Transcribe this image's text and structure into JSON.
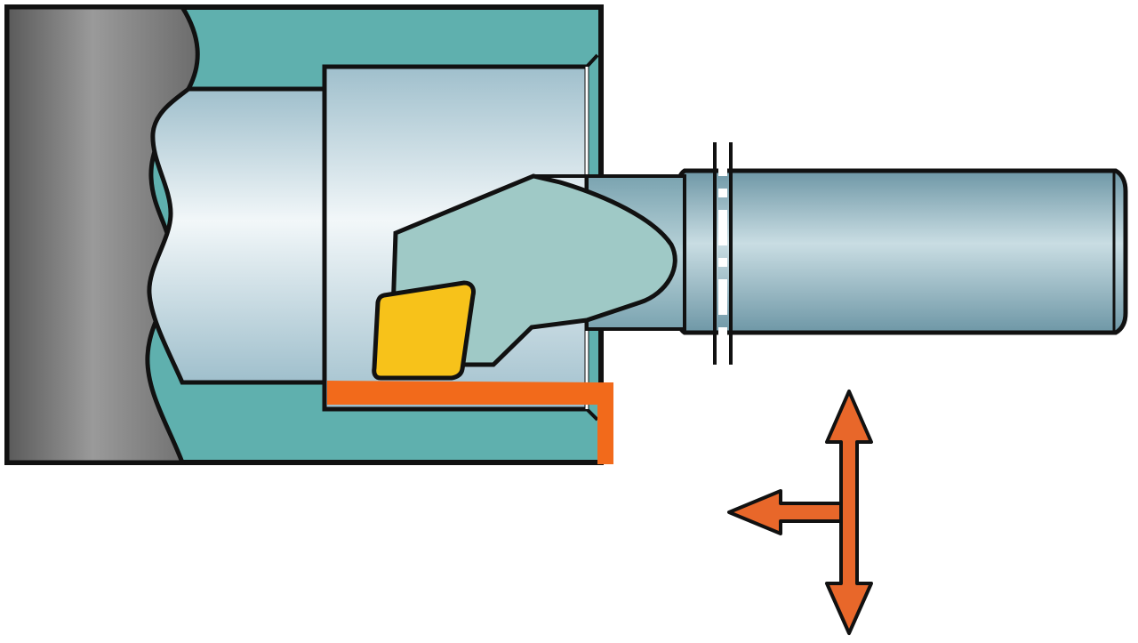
{
  "diagram": {
    "subject": "boring-bar-internal-turning",
    "colors": {
      "workpiece_teal": "#5fb0ae",
      "chuck_gray": "#7a7a7a",
      "bore_light": "#dde8ee",
      "tool_head": "#9fc9c6",
      "shank": "#8fb2be",
      "insert_yellow": "#f7c21a",
      "cut_orange": "#f26a1b",
      "arrow_orange": "#e8672a",
      "outline": "#111111"
    },
    "icons": {
      "feed_direction": "axial-left-arrow",
      "radial_direction": "double-vertical-arrow"
    }
  }
}
